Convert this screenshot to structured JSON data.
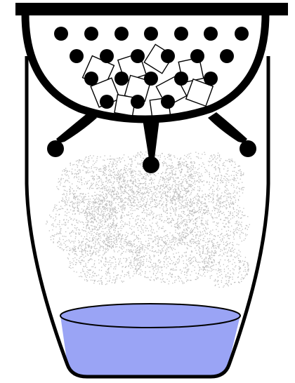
{
  "colors": {
    "outline": "#000000",
    "background": "#ffffff",
    "liquid": "#9aa4f5",
    "vapor": "#bdbdbd",
    "crystal_fill": "#ffffff"
  },
  "parts": {
    "vessel": "cup-vessel",
    "top_rim": "rim-bar",
    "basket": "hemispherical-basket",
    "contents": "dots-and-crystals",
    "vapor": "gray-speckle-cloud",
    "liquid": "blue-liquid"
  },
  "counts": {
    "basket_dots": 21,
    "crystals": 10,
    "support_legs": 3
  }
}
